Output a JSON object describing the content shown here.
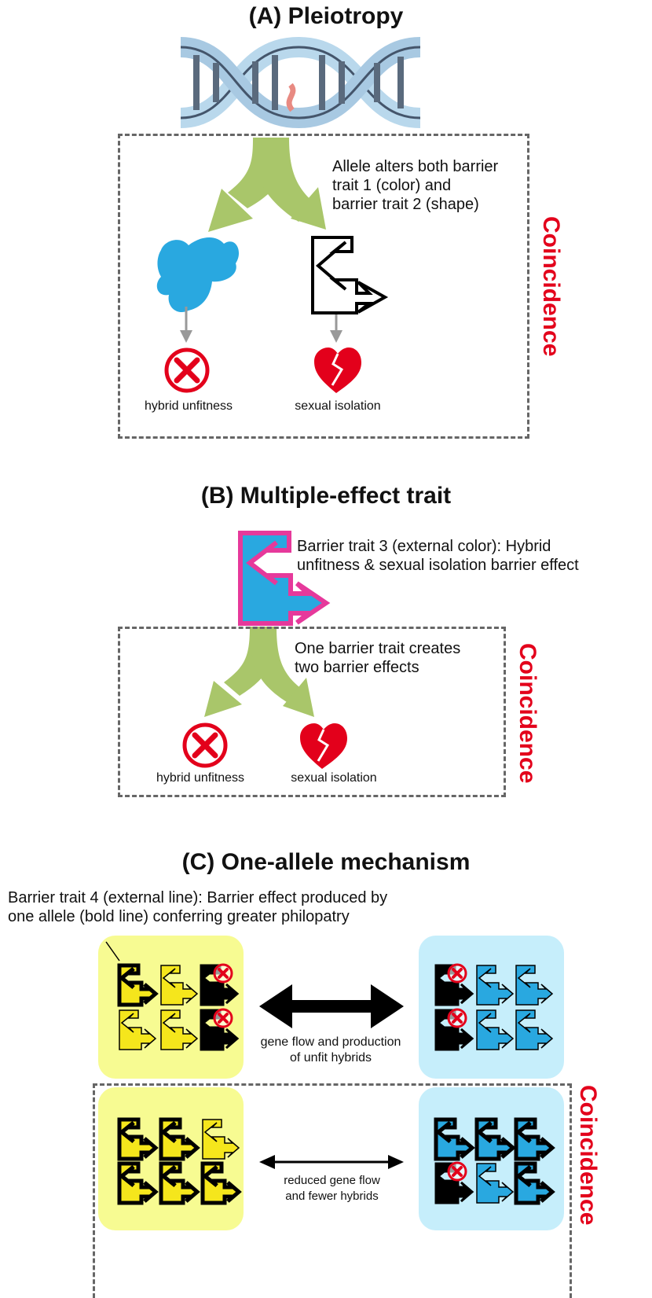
{
  "panel_a": {
    "title": "(A) Pleiotropy",
    "description": "Allele alters both barrier trait 1 (color) and barrier trait 2 (shape)",
    "desc_line1": "Allele alters both barrier",
    "desc_line2": "trait 1 (color) and",
    "desc_line3": "barrier trait 2 (shape)",
    "label_left": "hybrid unfitness",
    "label_right": "sexual isolation",
    "side_label": "Coincidence"
  },
  "panel_b": {
    "title": "(B) Multiple-effect trait",
    "trait_line1": "Barrier trait 3 (external color): Hybrid",
    "trait_line2": "unfitness & sexual isolation barrier effect",
    "desc_line1": "One barrier trait creates",
    "desc_line2": "two barrier effects",
    "label_left": "hybrid unfitness",
    "label_right": "sexual isolation",
    "side_label": "Coincidence"
  },
  "panel_c": {
    "title": "(C) One-allele mechanism",
    "trait_line1": "Barrier trait 4 (external line): Barrier effect produced by",
    "trait_line2": "one allele (bold line) conferring greater philopatry",
    "top_arrow_line1": "gene flow and production",
    "top_arrow_line2": "of unfit hybrids",
    "bottom_arrow_line1": "reduced gene flow",
    "bottom_arrow_line2": "and fewer hybrids",
    "side_label": "Coincidence"
  },
  "colors": {
    "accent_red": "#e3001b",
    "arrow_green": "#a9c66a",
    "trait_blue": "#29a8e0",
    "magenta": "#e6399b",
    "yellow_box": "#f7fb92",
    "yellow_fill": "#f5e61c",
    "blue_box": "#c6eefb",
    "dash_gray": "#666666"
  }
}
